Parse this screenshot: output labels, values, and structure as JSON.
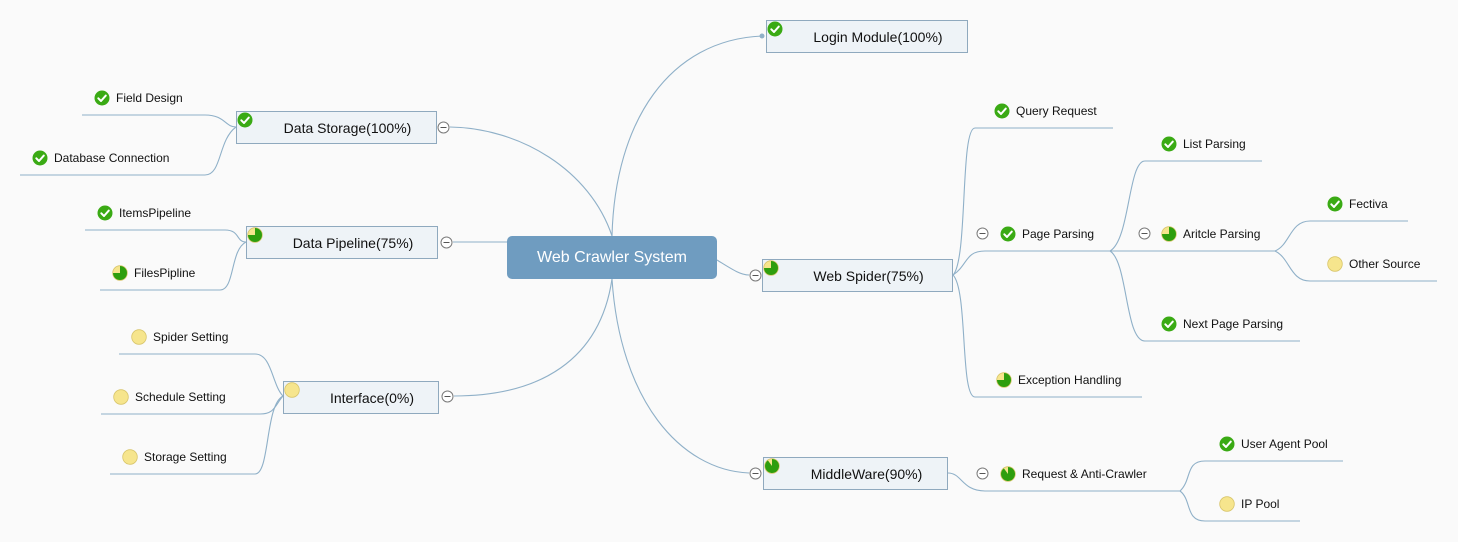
{
  "root": {
    "label": "Web Crawler System"
  },
  "branches": [
    {
      "id": "login",
      "label": "Login Module(100%)",
      "status": "done"
    },
    {
      "id": "storage",
      "label": "Data Storage(100%)",
      "status": "done",
      "children": [
        {
          "label": "Field Design",
          "status": "done"
        },
        {
          "label": "Database Connection",
          "status": "done"
        }
      ]
    },
    {
      "id": "pipeline",
      "label": "Data Pipeline(75%)",
      "status": "p75",
      "children": [
        {
          "label": "ItemsPipeline",
          "status": "done"
        },
        {
          "label": "FilesPipline",
          "status": "p75"
        }
      ]
    },
    {
      "id": "interface",
      "label": "Interface(0%)",
      "status": "p0",
      "children": [
        {
          "label": "Spider Setting",
          "status": "p0"
        },
        {
          "label": "Schedule Setting",
          "status": "p0"
        },
        {
          "label": "Storage Setting",
          "status": "p0"
        }
      ]
    },
    {
      "id": "spider",
      "label": "Web Spider(75%)",
      "status": "p75",
      "children": [
        {
          "label": "Query Request",
          "status": "done"
        },
        {
          "label": "Page Parsing",
          "status": "done",
          "children": [
            {
              "label": "List Parsing",
              "status": "done"
            },
            {
              "label": "Aritcle Parsing",
              "status": "p75",
              "children": [
                {
                  "label": "Fectiva",
                  "status": "done"
                },
                {
                  "label": "Other Source",
                  "status": "p0"
                }
              ]
            },
            {
              "label": "Next Page Parsing",
              "status": "done"
            }
          ]
        },
        {
          "label": "Exception Handling",
          "status": "p75"
        }
      ]
    },
    {
      "id": "middleware",
      "label": "MiddleWare(90%)",
      "status": "p90",
      "children": [
        {
          "label": "Request & Anti-Crawler",
          "status": "p90",
          "children": [
            {
              "label": "User Agent Pool",
              "status": "done"
            },
            {
              "label": "IP Pool",
              "status": "p0"
            }
          ]
        }
      ]
    }
  ],
  "colors": {
    "line": "#8fb0c8",
    "box_border": "#8fa9be",
    "box_fill": "#eef3f7",
    "root_fill": "#6f9cc0",
    "done": "#3aaa14",
    "progress": "#2e9e0e",
    "pending": "#f6e58d"
  }
}
